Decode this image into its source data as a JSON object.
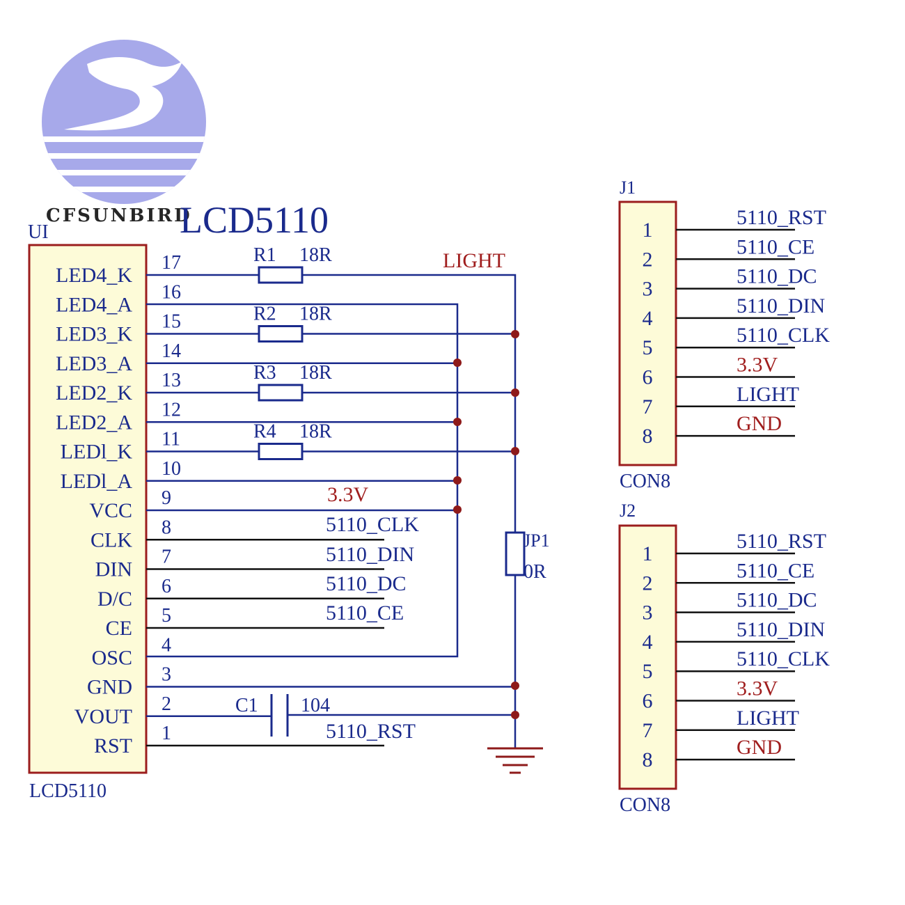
{
  "brand": {
    "text": "CFSUNBIRD",
    "colors": {
      "logo_fill": "#a7a9ea",
      "wire": "#1a2a8c",
      "net_red": "#a01e1e",
      "junction": "#8e1a1a",
      "box_fill": "#fdfbd8",
      "box_border": "#9b1d1d"
    }
  },
  "diagram": {
    "title": "LCD5110",
    "u1": {
      "ref": "UI",
      "part": "LCD5110",
      "pins": [
        {
          "label": "LED4_K",
          "num": "17"
        },
        {
          "label": "LED4_A",
          "num": "16"
        },
        {
          "label": "LED3_K",
          "num": "15"
        },
        {
          "label": "LED3_A",
          "num": "14"
        },
        {
          "label": "LED2_K",
          "num": "13"
        },
        {
          "label": "LED2_A",
          "num": "12"
        },
        {
          "label": "LEDl_K",
          "num": "11"
        },
        {
          "label": "LEDl_A",
          "num": "10"
        },
        {
          "label": "VCC",
          "num": "9"
        },
        {
          "label": "CLK",
          "num": "8"
        },
        {
          "label": "DIN",
          "num": "7"
        },
        {
          "label": "D/C",
          "num": "6"
        },
        {
          "label": "CE",
          "num": "5"
        },
        {
          "label": "OSC",
          "num": "4"
        },
        {
          "label": "GND",
          "num": "3"
        },
        {
          "label": "VOUT",
          "num": "2"
        },
        {
          "label": "RST",
          "num": "1"
        }
      ]
    },
    "resistors": [
      {
        "ref": "R1",
        "value": "18R"
      },
      {
        "ref": "R2",
        "value": "18R"
      },
      {
        "ref": "R3",
        "value": "18R"
      },
      {
        "ref": "R4",
        "value": "18R"
      }
    ],
    "capacitor": {
      "ref": "C1",
      "value": "104"
    },
    "jumper": {
      "ref": "JP1",
      "value": "0R"
    },
    "nets": {
      "light": "LIGHT",
      "v33": "3.3V",
      "clk": "5110_CLK",
      "din": "5110_DIN",
      "dc": "5110_DC",
      "ce": "5110_CE",
      "rst": "5110_RST"
    },
    "connectors": [
      {
        "ref": "J1",
        "part": "CON8",
        "pins": [
          "1",
          "2",
          "3",
          "4",
          "5",
          "6",
          "7",
          "8"
        ],
        "nets": [
          "5110_RST",
          "5110_CE",
          "5110_DC",
          "5110_DIN",
          "5110_CLK",
          "3.3V",
          "LIGHT",
          "GND"
        ]
      },
      {
        "ref": "J2",
        "part": "CON8",
        "pins": [
          "1",
          "2",
          "3",
          "4",
          "5",
          "6",
          "7",
          "8"
        ],
        "nets": [
          "5110_RST",
          "5110_CE",
          "5110_DC",
          "5110_DIN",
          "5110_CLK",
          "3.3V",
          "LIGHT",
          "GND"
        ]
      }
    ]
  }
}
